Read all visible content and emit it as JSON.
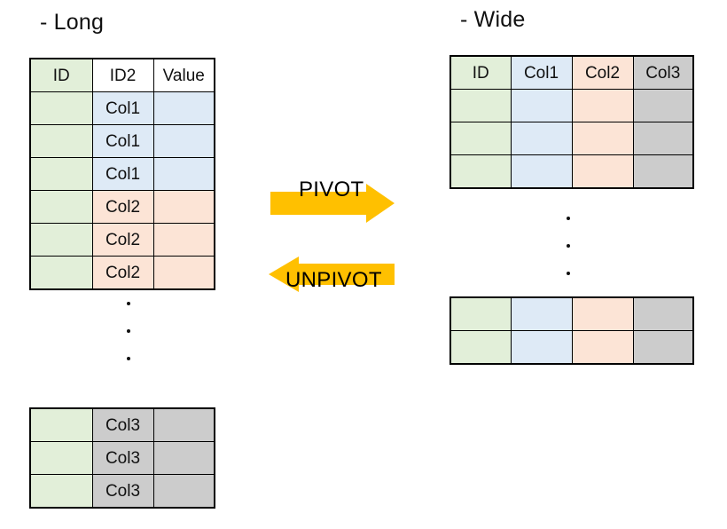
{
  "diagram": {
    "title_left": "- Long",
    "title_right": "- Wide",
    "colors": {
      "green": "#E2EFD9",
      "blue": "#DEEAF6",
      "orange": "#FCE4D6",
      "gray": "#CCCCCC",
      "arrow": "#FFC000",
      "border": "#000000",
      "background": "#FFFFFF"
    }
  },
  "long_table": {
    "headers": [
      "ID",
      "ID2",
      "Value"
    ],
    "rows": [
      {
        "id": "",
        "id2": "Col1",
        "value": ""
      },
      {
        "id": "",
        "id2": "Col1",
        "value": ""
      },
      {
        "id": "",
        "id2": "Col1",
        "value": ""
      },
      {
        "id": "",
        "id2": "Col2",
        "value": ""
      },
      {
        "id": "",
        "id2": "Col2",
        "value": ""
      },
      {
        "id": "",
        "id2": "Col2",
        "value": ""
      }
    ]
  },
  "long_table_continued": {
    "rows": [
      {
        "id": "",
        "id2": "Col3",
        "value": ""
      },
      {
        "id": "",
        "id2": "Col3",
        "value": ""
      },
      {
        "id": "",
        "id2": "Col3",
        "value": ""
      }
    ]
  },
  "wide_table": {
    "headers": [
      "ID",
      "Col1",
      "Col2",
      "Col3"
    ],
    "rows": [
      {
        "id": "",
        "col1": "",
        "col2": "",
        "col3": ""
      },
      {
        "id": "",
        "col1": "",
        "col2": "",
        "col3": ""
      },
      {
        "id": "",
        "col1": "",
        "col2": "",
        "col3": ""
      }
    ]
  },
  "wide_table_continued": {
    "rows": [
      {
        "id": "",
        "col1": "",
        "col2": "",
        "col3": ""
      },
      {
        "id": "",
        "col1": "",
        "col2": "",
        "col3": ""
      }
    ]
  },
  "arrows": {
    "pivot": {
      "label": "PIVOT",
      "direction": "right"
    },
    "unpivot": {
      "label": "UNPIVOT",
      "direction": "left"
    }
  },
  "ellipsis": {
    "glyph": "vertical-ellipsis",
    "dot_count": 3
  }
}
